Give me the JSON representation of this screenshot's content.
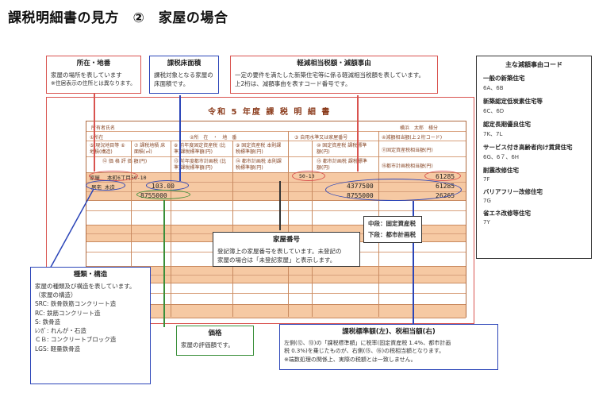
{
  "page_title": "課税明細書の見方　②　家屋の場合",
  "callouts": {
    "location": {
      "title": "所在・地番",
      "lines": [
        "家屋の場所を表しています",
        "※住居表示の住所とは異なります。"
      ]
    },
    "floor_area": {
      "title": "課税床面積",
      "lines": [
        "課税対象となる家屋の",
        "床面積です。"
      ]
    },
    "reduction": {
      "title": "軽減相当税額・減額事由",
      "lines": [
        "一定の要件を満たした新築住宅等に係る軽減相当税額を表しています。",
        "上2桁は、減額事由を表すコード番号です。"
      ]
    },
    "house_number": {
      "title": "家屋番号",
      "lines": [
        "登記簿上の家屋番号を表しています。未登記の",
        "家屋の場合は「未登記家屋」と表示します。"
      ]
    },
    "tax_label": {
      "lines": [
        "中段：固定資産税",
        "下段：都市計画税"
      ]
    },
    "kind": {
      "title": "種類・構造",
      "lines": [
        "家屋の種類及び構造を表しています。",
        "（家屋の構造）",
        "SRC:  鉄骨鉄筋コンクリート造",
        "RC:    鉄筋コンクリート造",
        "S:      鉄骨造",
        "ﾚﾝｶﾞ: れんが・石造",
        "ＣＢ:  コンクリートブロック造",
        "LGS:  軽量鉄骨造"
      ]
    },
    "price": {
      "title": "価格",
      "lines": [
        "家屋の評価額です。"
      ]
    },
    "standard": {
      "title": "課税標準額(左)、税相当額(右)",
      "lines": [
        "左側(⑫、⑬)の「課税標準額」に税率(固定資産税 1.4%、都市計画",
        "税 0.3%)を乗じたものが、右側(⑮、⑯)の税相当額となります。",
        "※端数処理の関係上、実際の税額とは一致しません。"
      ]
    }
  },
  "document": {
    "title": "令和 5 年度 課 税 明 細 書",
    "owner_label": "所有者氏名",
    "owner_value": "横浜　太郎　様分",
    "headers": {
      "h1": "①所在",
      "h2": "②所　在　・　地　番",
      "h3": "③ 自用水準又は家屋番号",
      "h4": "④減額相当額(上２桁コード)",
      "h5": "⑤ 現況地目等 ⑥地積(構造)",
      "h6": "⑦ 課税地積 床面積(㎡)",
      "h7": "⑧ 前年度固定資産税 (比準)課税標準額(円)",
      "h8": "⑨ 固定資産税 本則課税標準額(円)",
      "h9": "⑩ 固定資産税 課税標準額(円)",
      "h10": "⑪固定資産税相当額(円)",
      "h11": "⑫ 価 格 評 価 額(円)",
      "h12": "⑬ 前年度都市計画税 (比準)課税標準額(円)",
      "h13": "⑭ 都市計画税 本則課税標準額(円)",
      "h14": "⑮ 都市計画税 課税標準額(円)",
      "h15": "⑯都市計画税相当額(円)"
    },
    "row": {
      "type_label": "家屋",
      "location": "本町6丁目50-10",
      "house_no": "50-10",
      "reduction": "61285",
      "structure": "居宅 木造",
      "floor_area": "103.00",
      "price": "8755000",
      "fixed_tax_base": "4377500",
      "fixed_tax": "61285",
      "city_tax_base": "8755000",
      "city_tax": "26265"
    }
  },
  "legend": {
    "title": "主な減額事由コード",
    "items": [
      {
        "name": "一般の新築住宅",
        "codes": "6A、6B"
      },
      {
        "name": "新築認定低炭素住宅等",
        "codes": "6C、6D"
      },
      {
        "name": "認定長期優良住宅",
        "codes": "7K、7L"
      },
      {
        "name": "サービス付き高齢者向け賃貸住宅",
        "codes": "6G、6７、6H"
      },
      {
        "name": "耐震改修住宅",
        "codes": "7F"
      },
      {
        "name": "バリアフリー改修住宅",
        "codes": "7G"
      },
      {
        "name": "省エネ改修等住宅",
        "codes": "7Y"
      }
    ]
  },
  "colors": {
    "red": "#d9534f",
    "blue": "#2b45b8",
    "green": "#3a8f3a",
    "band": "#f6c9a3"
  }
}
